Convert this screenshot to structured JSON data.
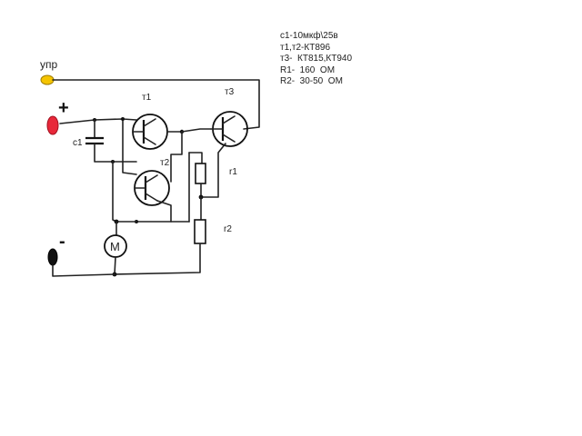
{
  "labels": {
    "upr": "упр",
    "plus": "+",
    "minus": "-",
    "c1": "c1",
    "t1": "т1",
    "t2": "т2",
    "t3": "т3",
    "r1": "r1",
    "r2": "r2",
    "motor": "M"
  },
  "notes": [
    "c1-10мкф\\25в",
    "т1,т2-КТ896",
    "т3-  КТ815,КТ940",
    "R1-  160  ОМ",
    "R2-  30-50  ОМ"
  ],
  "colors": {
    "control_terminal": "#f5c400",
    "plus_terminal": "#e8283a",
    "minus_terminal": "#111111",
    "wire": "#222222"
  }
}
